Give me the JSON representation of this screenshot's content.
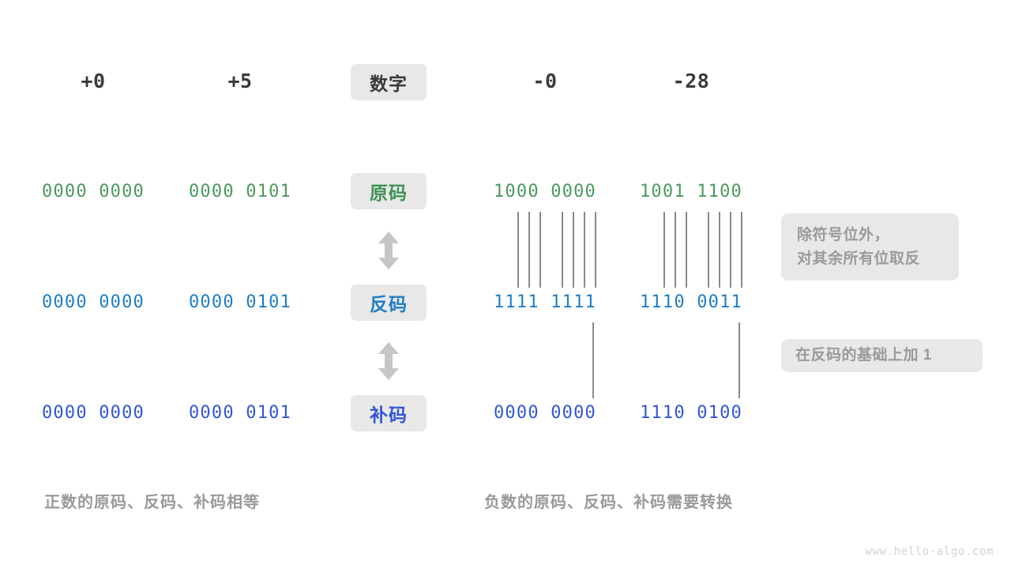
{
  "header": {
    "numbers": [
      {
        "label": "+0",
        "col": "pos0"
      },
      {
        "label": "+5",
        "col": "pos5"
      },
      {
        "label": "-28",
        "col": "neg28"
      },
      {
        "label": "-0",
        "col": "neg0"
      }
    ],
    "center_pill": "数字"
  },
  "rows": [
    {
      "label": "原码",
      "color": "#3f9153",
      "pos0": "0000 0000",
      "pos5": "0000 0101",
      "neg0": "1000 0000",
      "neg28": "1001 1100"
    },
    {
      "label": "反码",
      "color": "#1f7ec4",
      "pos0": "0000 0000",
      "pos5": "0000 0101",
      "neg0": "1111 1111",
      "neg28": "1110 0011"
    },
    {
      "label": "补码",
      "color": "#3456d4",
      "pos0": "0000 0000",
      "pos5": "0000 0101",
      "neg0": "0000 0000",
      "neg28": "1110 0100"
    }
  ],
  "callouts": [
    {
      "line1": "除符号位外，",
      "line2": "对其余所有位取反"
    },
    {
      "line1": "在反码的基础上加 1",
      "line2": ""
    }
  ],
  "captions": {
    "left": "正数的原码、反码、补码相等",
    "right": "负数的原码、反码、补码需要转换"
  },
  "watermark": "www.hello-algo.com",
  "colors": {
    "pill_bg": "#e8e8e8",
    "stroke": "#8a8a8a",
    "muted_text": "#9a9a9a",
    "dark_text": "#3a3a3a",
    "green": "#4a9a5e",
    "blue": "#1f7ec4",
    "indigo": "#3456d4"
  }
}
